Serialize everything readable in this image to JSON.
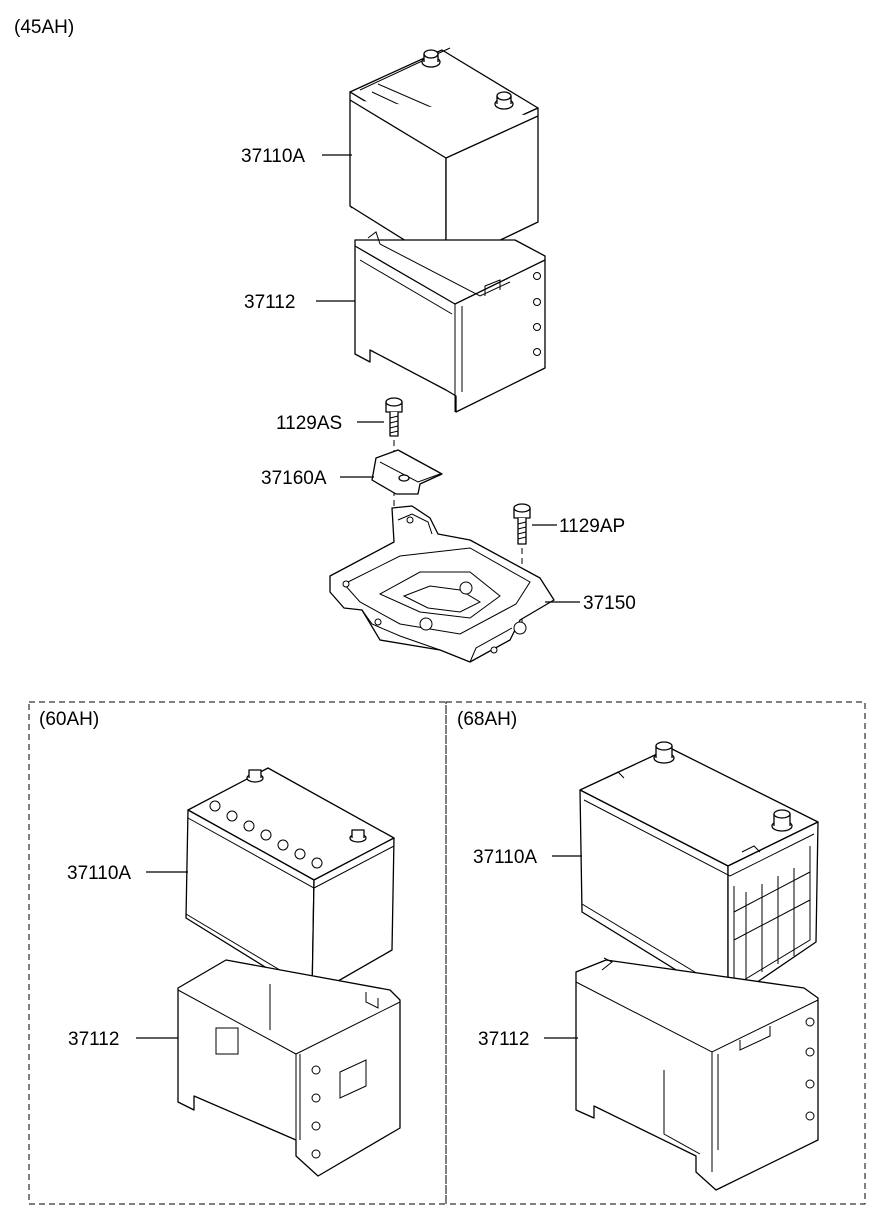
{
  "diagram": {
    "top_section": {
      "title": "(45AH)",
      "labels": {
        "battery": "37110A",
        "tray_cover": "37112",
        "bolt_upper": "1129AS",
        "clamp": "37160A",
        "bolt_side": "1129AP",
        "tray": "37150"
      }
    },
    "left_box": {
      "title": "(60AH)",
      "labels": {
        "battery": "37110A",
        "tray_cover": "37112"
      }
    },
    "right_box": {
      "title": "(68AH)",
      "labels": {
        "battery": "37110A",
        "tray_cover": "37112"
      }
    }
  }
}
